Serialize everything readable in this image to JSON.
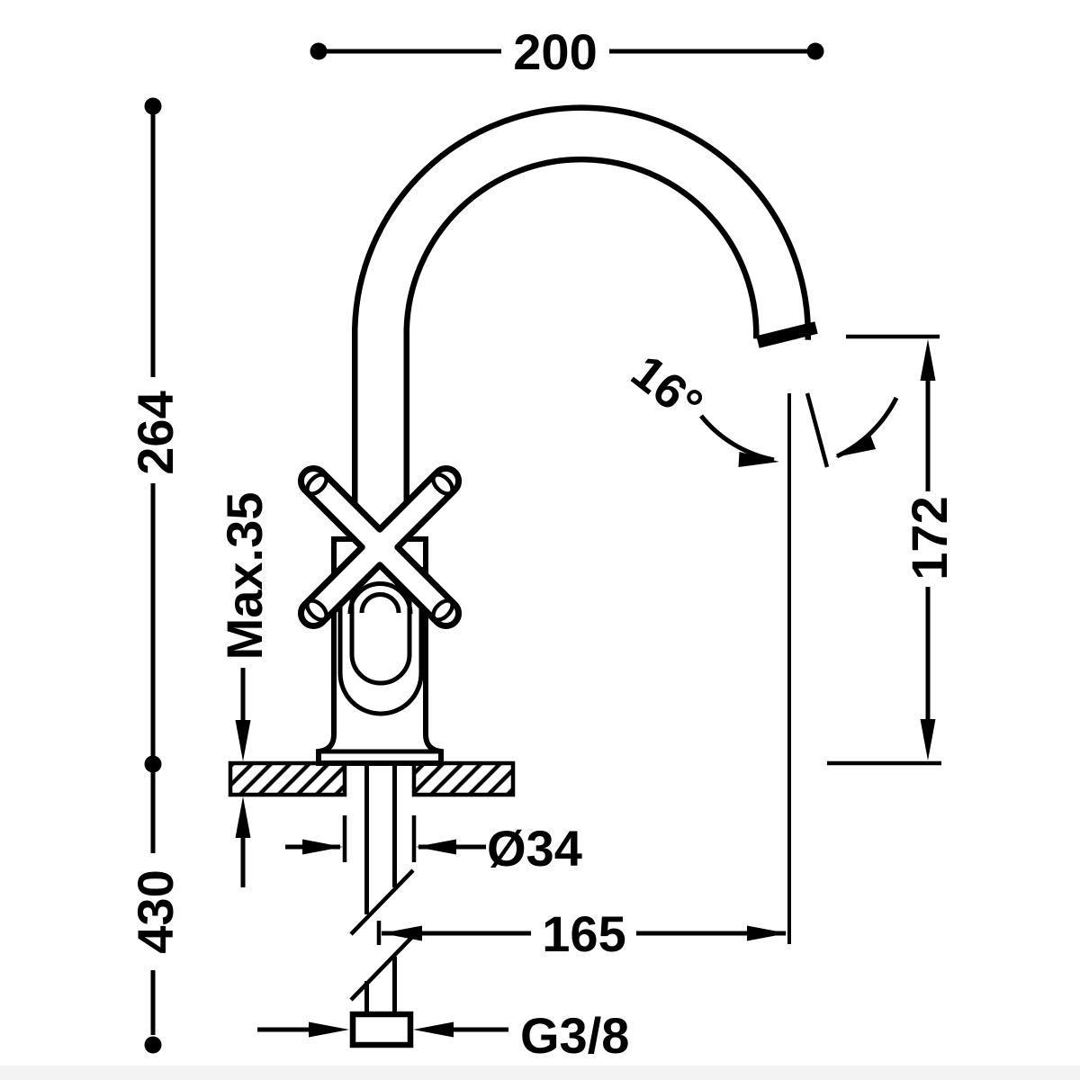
{
  "page": {
    "background": "#ffffff",
    "ink": "#000000",
    "footer_strip_color": "#f3f3f3"
  },
  "drawing": {
    "dimensions": {
      "spout_width": "200",
      "height_above_deck": "264",
      "deck_max_thickness": "Max.35",
      "height_below_deck": "430",
      "hole_diameter": "Ø34",
      "spout_reach": "165",
      "inlet_thread": "G3/8",
      "spout_angle": "16°",
      "outlet_height": "172"
    }
  }
}
